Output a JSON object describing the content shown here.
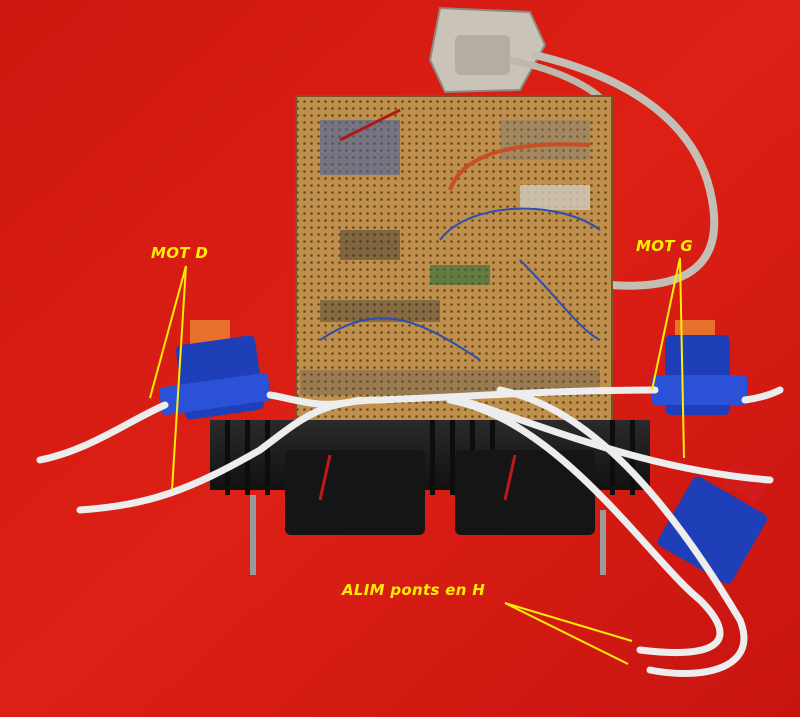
{
  "photo": {
    "description_colors": {
      "background": "#d81a12",
      "annotation": "#ffee00",
      "board": "#b98a45",
      "connector_blue": "#1f3fb8",
      "heatsink": "#1c1c1c"
    },
    "labels": {
      "mot_d": "MOT D",
      "mot_g": "MOT G",
      "alim": "ALIM ponts en H"
    }
  }
}
